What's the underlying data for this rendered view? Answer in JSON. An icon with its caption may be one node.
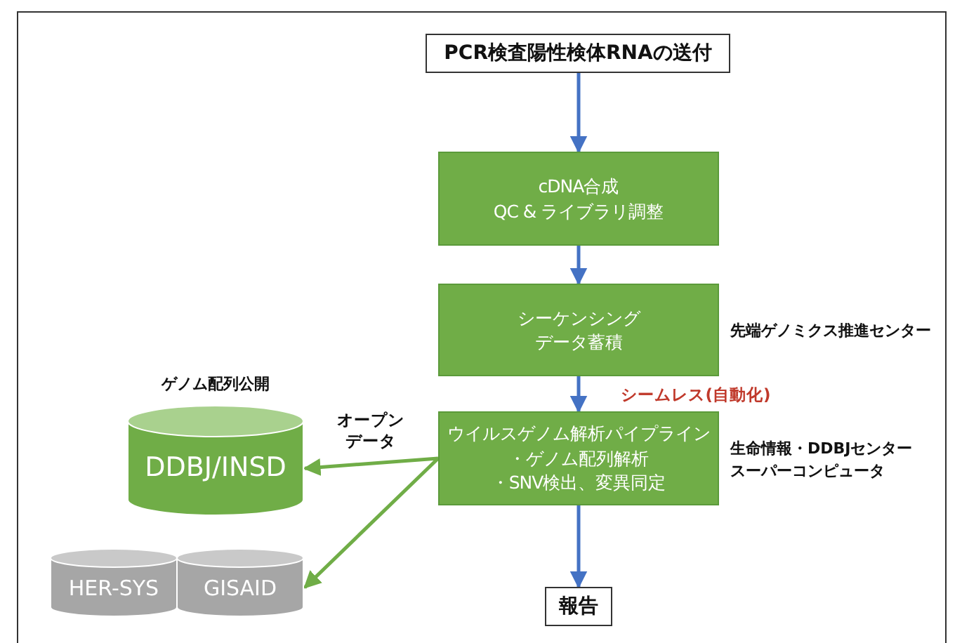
{
  "diagram": {
    "nodes": [
      {
        "text": [
          "PCR検査陽性検体RNAの送付"
        ]
      },
      {
        "text": [
          "cDNA合成",
          "QC & ライブラリ調整"
        ]
      },
      {
        "text": [
          "シーケンシング",
          "データ蓄積"
        ],
        "beside": [
          "先端ゲノミクス推進センター"
        ]
      },
      {
        "text": [
          "ウイルスゲノム解析パイプライン",
          "・ゲノム配列解析",
          "・SNV検出、変異同定"
        ],
        "beside": [
          "生命情報・DDBJセンター",
          "スーパーコンピュータ"
        ]
      },
      {
        "text": [
          "ゲノム配列公開",
          "DDBJ/INSD"
        ]
      },
      {
        "text": [
          "HER-SYS"
        ]
      },
      {
        "text": [
          "GISAID"
        ]
      },
      {
        "text": [
          "報告"
        ]
      }
    ],
    "edges": [
      {
        "from": 0,
        "to": 1,
        "arrow": "to"
      },
      {
        "from": 1,
        "to": 2,
        "arrow": "to"
      },
      {
        "from": 2,
        "to": 3,
        "arrow": "to",
        "label": "シームレス(自動化)"
      },
      {
        "from": 3,
        "to": 4,
        "arrow": "to",
        "label": "オープンデータ",
        "color": "#70ad47"
      },
      {
        "from": 3,
        "to": 6,
        "arrow": "to",
        "color": "#70ad47"
      },
      {
        "from": 3,
        "to": 7,
        "arrow": "to"
      }
    ]
  }
}
